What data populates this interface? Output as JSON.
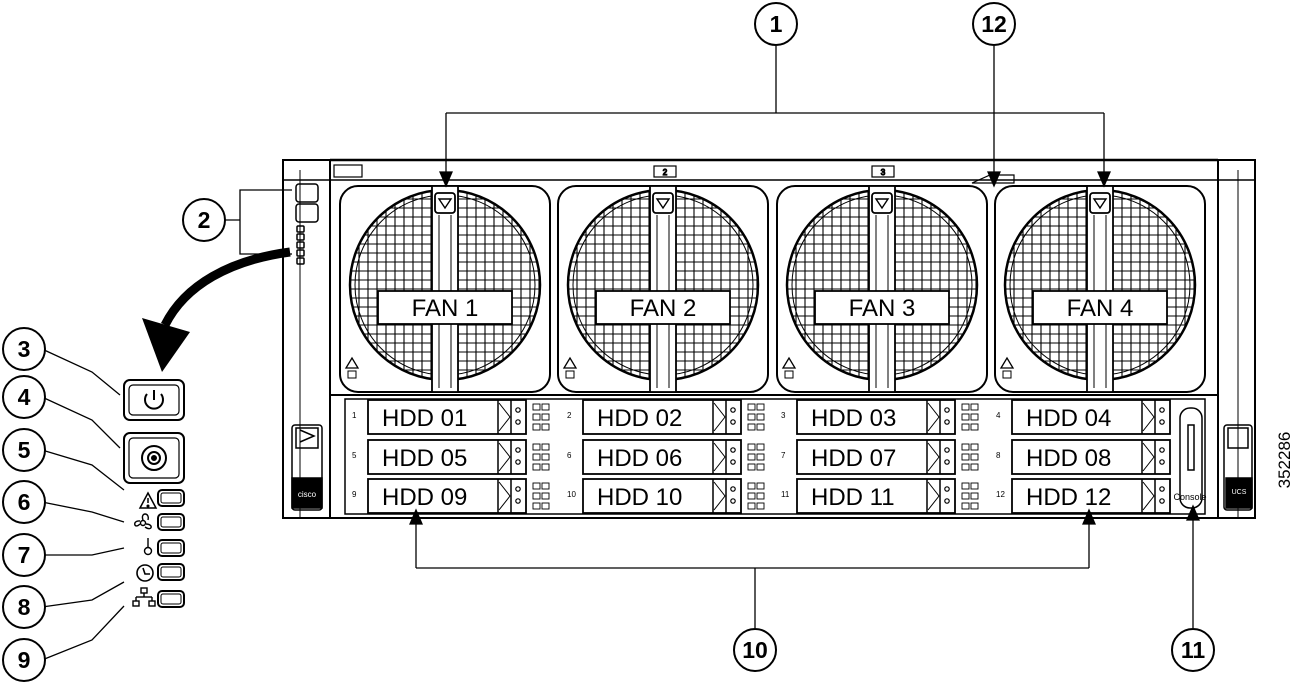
{
  "figure_id": "352286",
  "callouts": [
    "1",
    "2",
    "3",
    "4",
    "5",
    "6",
    "7",
    "8",
    "9",
    "10",
    "11",
    "12"
  ],
  "fans": [
    "FAN 1",
    "FAN 2",
    "FAN 3",
    "FAN 4"
  ],
  "fan_bay_tags": [
    "2",
    "3"
  ],
  "drives": [
    "HDD 01",
    "HDD 02",
    "HDD 03",
    "HDD 04",
    "HDD 05",
    "HDD 06",
    "HDD 07",
    "HDD 08",
    "HDD 09",
    "HDD 10",
    "HDD 11",
    "HDD 12"
  ],
  "bay_numbers": [
    "1",
    "2",
    "3",
    "4",
    "5",
    "6",
    "7",
    "8",
    "9",
    "10",
    "11",
    "12"
  ],
  "console_label": "Console",
  "left_ear_logo": "cisco",
  "right_ear_label": "UCS",
  "icons": [
    "power-button-icon",
    "unit-identification-icon",
    "system-status-warning-icon",
    "fan-status-icon",
    "temperature-status-icon",
    "power-supply-status-icon",
    "network-link-icon",
    "curved-arrow-icon"
  ],
  "colors": {
    "line": "#000000",
    "background": "#ffffff",
    "shade": "#dddddd"
  }
}
